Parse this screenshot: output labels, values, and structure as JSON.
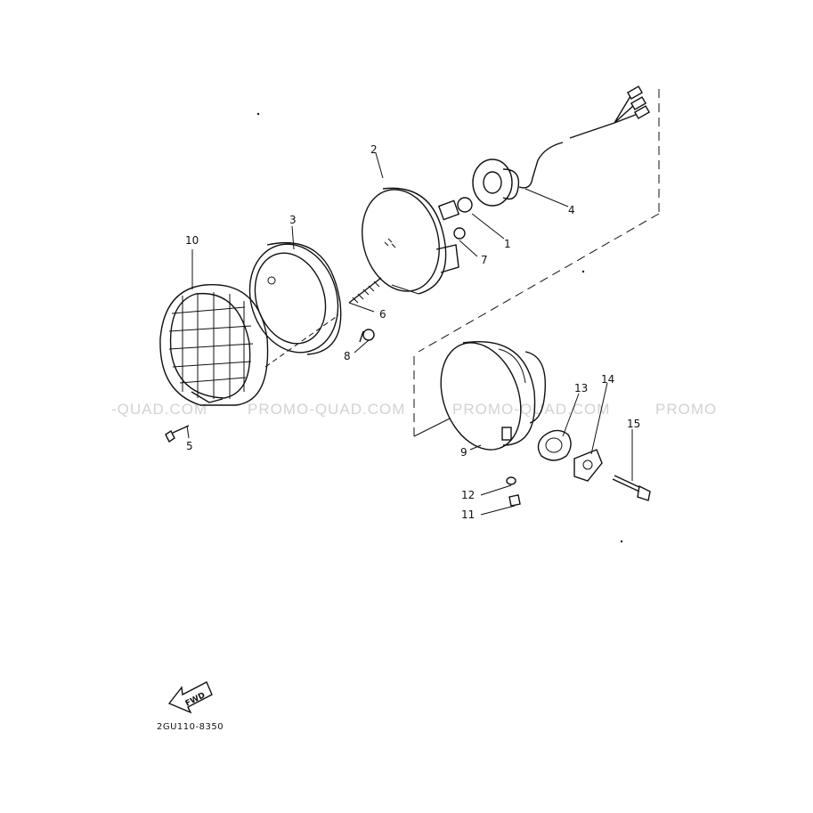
{
  "diagram": {
    "part_numbers": [
      "1",
      "2",
      "3",
      "4",
      "5",
      "6",
      "7",
      "8",
      "9",
      "10",
      "11",
      "12",
      "13",
      "14",
      "15"
    ],
    "drawing_code": "2GU110-8350",
    "fwd_label": "FWD",
    "watermarks": [
      "-QUAD.COM",
      "PROMO-QUAD.COM",
      "PROMO-QUAD.COM",
      "PROMO"
    ],
    "line_color": "#111111",
    "watermark_color": "#d2d2d2"
  }
}
